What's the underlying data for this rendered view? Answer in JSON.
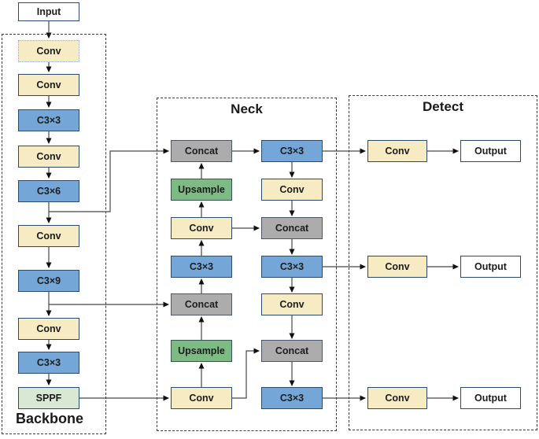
{
  "sections": {
    "backbone": {
      "label": "Backbone"
    },
    "neck": {
      "label": "Neck"
    },
    "detect": {
      "label": "Detect"
    }
  },
  "input": {
    "label": "Input"
  },
  "backbone_nodes": [
    {
      "label": "Conv",
      "type": "conv-dotted"
    },
    {
      "label": "Conv",
      "type": "conv"
    },
    {
      "label": "C3×3",
      "type": "c3"
    },
    {
      "label": "Conv",
      "type": "conv"
    },
    {
      "label": "C3×6",
      "type": "c3"
    },
    {
      "label": "Conv",
      "type": "conv"
    },
    {
      "label": "C3×9",
      "type": "c3"
    },
    {
      "label": "Conv",
      "type": "conv"
    },
    {
      "label": "C3×3",
      "type": "c3"
    },
    {
      "label": "SPPF",
      "type": "sppf"
    }
  ],
  "neck_left": [
    {
      "label": "Concat"
    },
    {
      "label": "Upsample"
    },
    {
      "label": "Conv"
    },
    {
      "label": "C3×3"
    },
    {
      "label": "Concat"
    },
    {
      "label": "Upsample"
    },
    {
      "label": "Conv"
    }
  ],
  "neck_right": [
    {
      "label": "C3×3"
    },
    {
      "label": "Conv"
    },
    {
      "label": "Concat"
    },
    {
      "label": "C3×3"
    },
    {
      "label": "Conv"
    },
    {
      "label": "Concat"
    },
    {
      "label": "C3×3"
    }
  ],
  "detect_rows": [
    {
      "conv_label": "Conv",
      "output_label": "Output"
    },
    {
      "conv_label": "Conv",
      "output_label": "Output"
    },
    {
      "conv_label": "Conv",
      "output_label": "Output"
    }
  ],
  "colors": {
    "conv_fill": "#F7EBC3",
    "c3_fill": "#74A7D8",
    "concat_fill": "#ACACAC",
    "upsample_fill": "#7EBB84",
    "sppf_fill": "#D9E8D2",
    "io_fill": "#FFFFFF",
    "box_border": "#2B4A70",
    "concat_border": "#4A5568",
    "dotted_border": "#93A9C4",
    "dashed_border": "#3A3A3A",
    "arrow": "#474747"
  }
}
